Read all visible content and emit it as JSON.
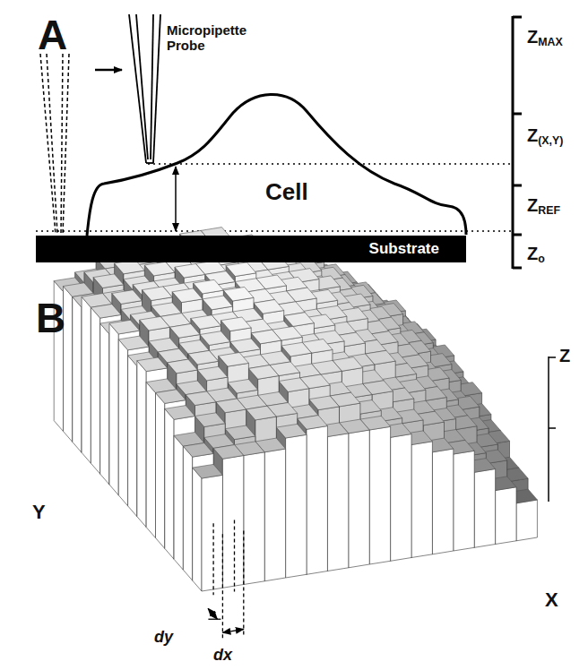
{
  "diagram": {
    "nodes": [
      {
        "text": [
          "Substrate"
        ]
      }
    ],
    "labels": [
      "A",
      "Micropipette Probe",
      "Cell",
      "ZMAX",
      "Z(X,Y)",
      "ZREF",
      "Zo",
      "B",
      "Z",
      "Y",
      "X",
      "dy",
      "dx"
    ]
  }
}
